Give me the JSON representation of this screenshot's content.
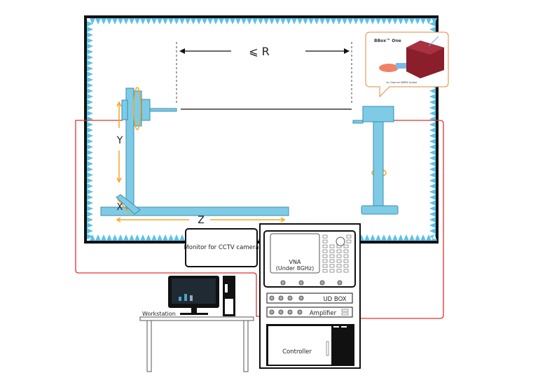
{
  "colors": {
    "frame": "#111111",
    "absorber": "#5bc0e8",
    "positioner": "#7fcbe6",
    "positioner_stroke": "#3a8fb0",
    "motion": "#f5a623",
    "cable": "#e0332f",
    "camera": "#8b1e2b"
  },
  "chamber": {
    "distance_label": "⩽ R"
  },
  "positioner": {
    "y_label": "Y",
    "x_label": "X",
    "z_label": "Z"
  },
  "inset": {
    "product_name": "BBox™ One",
    "socket_label": "1x Channel SMPM Socket"
  },
  "monitor": {
    "label": "Monitor for CCTV camera"
  },
  "rack": {
    "vna_label": "VNA",
    "vna_sub": "(Under 8GHz)",
    "udbox_label": "UD BOX",
    "amplifier_label": "Amplifier",
    "controller_label": "Controller"
  },
  "workstation": {
    "label": "Workstation"
  }
}
